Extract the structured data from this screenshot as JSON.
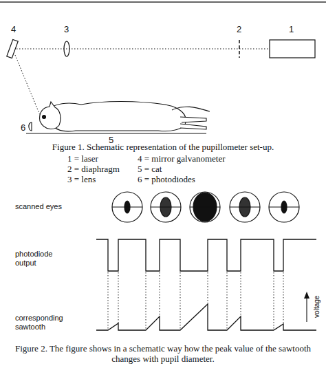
{
  "diagram": {
    "caption": "Figure 2. The figure shows in a schematic way how the peak value of the sawtooth changes with pupil diameter.",
    "labels": [
      "4",
      "3",
      "2",
      "1",
      "6",
      "5",
      "Figure 1. Schematic representation of the pupillometer set-up.",
      "1 = laser",
      "4 = mirror galvanometer",
      "2 = diaphragm",
      "5 = cat",
      "3 = lens",
      "6 = photodiodes",
      "scanned eyes",
      "photodiode output",
      "corresponding sawtooth",
      "voltage"
    ]
  }
}
